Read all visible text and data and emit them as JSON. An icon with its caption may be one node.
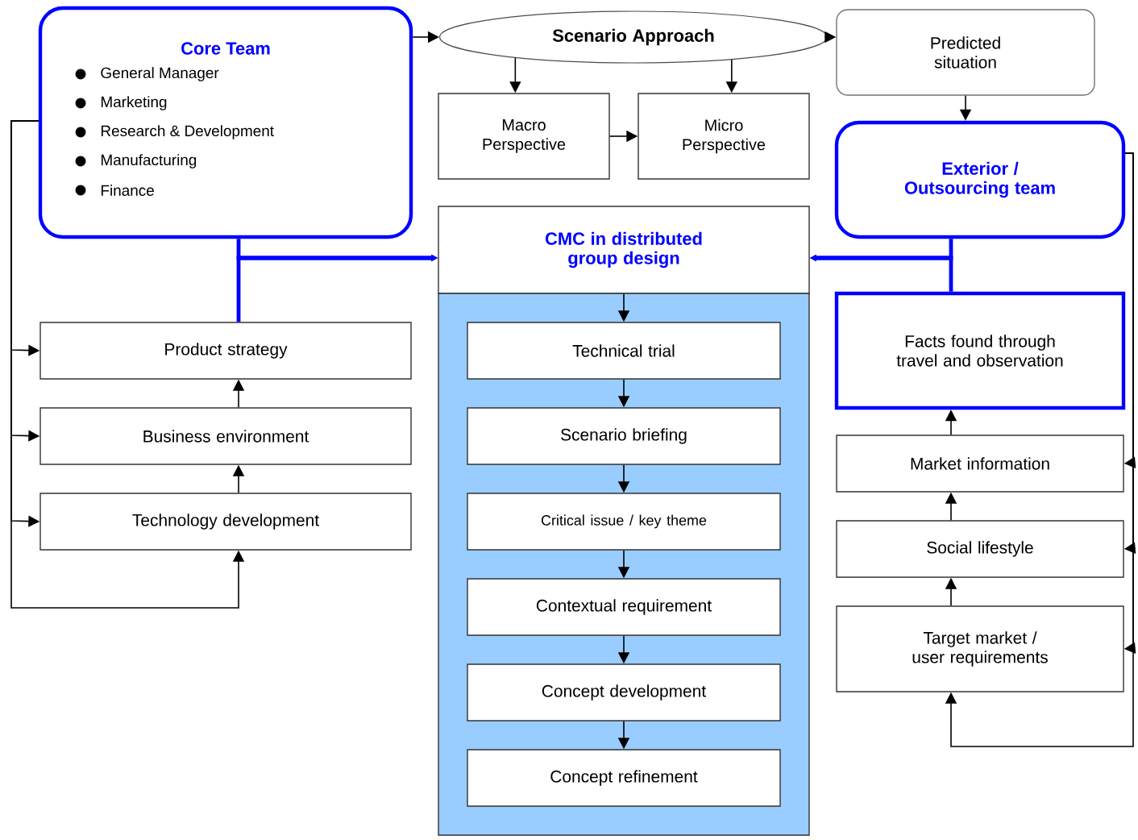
{
  "diagram": {
    "nodes": [
      {
        "text": [
          "Core Team",
          "General Manager",
          "Marketing",
          "Research & Development",
          "Manufacturing",
          "Finance"
        ]
      },
      {
        "text": [
          "Scenario Approach"
        ]
      },
      {
        "text": [
          "Predicted situation"
        ]
      },
      {
        "text": [
          "Macro Perspective"
        ]
      },
      {
        "text": [
          "Micro Perspective"
        ]
      },
      {
        "text": [
          "Exterior / Outsourcing team"
        ]
      },
      {
        "text": [
          "CMC in distributed group design"
        ]
      },
      {
        "text": [],
        "shape": "box"
      },
      {
        "text": [
          "Technical trial"
        ],
        "in": 7
      },
      {
        "text": [
          "Scenario briefing"
        ],
        "in": 7
      },
      {
        "text": [
          "Critical issue / key theme"
        ],
        "in": 7
      },
      {
        "text": [
          "Contextual requirement"
        ],
        "in": 7
      },
      {
        "text": [
          "Concept development"
        ],
        "in": 7
      },
      {
        "text": [
          "Concept refinement"
        ],
        "in": 7
      },
      {
        "text": [
          "Product strategy"
        ]
      },
      {
        "text": [
          "Business environment"
        ]
      },
      {
        "text": [
          "Technology development"
        ]
      },
      {
        "text": [
          "Facts found through travel and observation"
        ]
      },
      {
        "text": [
          "Market information"
        ]
      },
      {
        "text": [
          "Social lifestyle"
        ]
      },
      {
        "text": [
          "Target market / user requirements"
        ]
      }
    ],
    "edges": [
      {
        "from": 0,
        "to": 1,
        "arrow": "to"
      },
      {
        "from": 1,
        "to": 2,
        "arrow": "to"
      },
      {
        "from": 1,
        "to": 3,
        "arrow": "to"
      },
      {
        "from": 1,
        "to": 4,
        "arrow": "to"
      },
      {
        "from": 3,
        "to": 4,
        "arrow": "to"
      },
      {
        "from": 2,
        "to": 5,
        "arrow": "to"
      },
      {
        "from": 0,
        "to": 6,
        "arrow": "to",
        "style": "thick",
        "color": "#0000ff"
      },
      {
        "from": 14,
        "to": 6,
        "arrow": "to",
        "style": "thick",
        "color": "#0000ff"
      },
      {
        "from": 5,
        "to": 6,
        "arrow": "to",
        "style": "thick",
        "color": "#0000ff"
      },
      {
        "from": 17,
        "to": 6,
        "arrow": "to",
        "style": "thick",
        "color": "#0000ff"
      },
      {
        "from": 6,
        "to": 8,
        "arrow": "to"
      },
      {
        "from": 8,
        "to": 9,
        "arrow": "to"
      },
      {
        "from": 9,
        "to": 10,
        "arrow": "to"
      },
      {
        "from": 10,
        "to": 11,
        "arrow": "to"
      },
      {
        "from": 11,
        "to": 12,
        "arrow": "to"
      },
      {
        "from": 12,
        "to": 13,
        "arrow": "to"
      },
      {
        "from": 15,
        "to": 14,
        "arrow": "to"
      },
      {
        "from": 16,
        "to": 15,
        "arrow": "to"
      },
      {
        "from": 0,
        "to": 14,
        "arrow": "to"
      },
      {
        "from": 0,
        "to": 15,
        "arrow": "to"
      },
      {
        "from": 0,
        "to": 16,
        "arrow": "to"
      },
      {
        "from": 0,
        "to": 16,
        "arrow": "to"
      },
      {
        "from": 18,
        "to": 17,
        "arrow": "to"
      },
      {
        "from": 19,
        "to": 18,
        "arrow": "to"
      },
      {
        "from": 20,
        "to": 19,
        "arrow": "to"
      },
      {
        "from": 5,
        "to": 18,
        "arrow": "to"
      },
      {
        "from": 5,
        "to": 19,
        "arrow": "to"
      },
      {
        "from": 5,
        "to": 20,
        "arrow": "to"
      },
      {
        "from": 5,
        "to": 20,
        "arrow": "to"
      }
    ]
  }
}
